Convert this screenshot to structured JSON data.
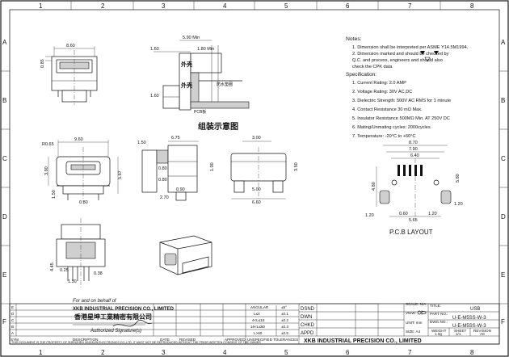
{
  "border": {
    "cols": [
      "1",
      "2",
      "3",
      "4",
      "5",
      "6",
      "7",
      "8"
    ],
    "rows": [
      "A",
      "B",
      "C",
      "D",
      "E",
      "F"
    ]
  },
  "notes": {
    "title": "Notes:",
    "lines": [
      "1. Dimension shall be interpreted per ASME Y14.5M1994.",
      "2. Dimension marked   and   should be checked by",
      "   Q.C. and process, engineers and   should also",
      "   check the CPK data",
      "Specification:",
      "1. Current Rating: 2.0 AMP",
      "2. Voltage Rating: 30V AC,DC",
      "3. Dielectric Strength: 500V AC RMS for 1 minute",
      "4. Contact Resistance 30 mΩ Max.",
      "5. Insulator Resistance 500MΩ Min. AT 250V DC",
      "6. Mating/Unmating cycles: 2000cycles",
      "7. Temperature: -20°C to +60°C"
    ]
  },
  "views": {
    "top_dims": [
      "8.60",
      "0.85"
    ],
    "side_dims": [
      "5.90 Min",
      "1.60",
      "1.80 Min",
      "1.60"
    ],
    "side_labels": [
      "外壳",
      "防水垫圈",
      "外壳",
      "PCB板"
    ],
    "assembly_caption": "组装示意图",
    "front_dims": [
      "9.60",
      "R0.65",
      "3.90",
      "0.80",
      "1.50",
      "5.67"
    ],
    "section_dims": [
      "1.50",
      "6.75",
      "0.80",
      "0.80",
      "0.90",
      "2.70",
      "1.00"
    ],
    "bottom_dims": [
      "3.00",
      "6.60",
      "5.00",
      "3.50"
    ],
    "plan_dims": [
      "0.25",
      "1.30",
      "0.38",
      "4.45"
    ],
    "pcb_dims": [
      "8.70",
      "7.90",
      "6.40",
      "4.80",
      "5.80",
      "1.20",
      "0.60",
      "5.65",
      "1.20",
      "1.20"
    ],
    "pcb_caption": "P.C.B  LAYOUT"
  },
  "stamp": {
    "line1": "For and on behalf of",
    "line2": "XKB INDUSTRIAL PRECISION CO., LIMITED",
    "line3": "香港星坤工業精密有限公司",
    "line4": "Authorized Signature(s)"
  },
  "title_block": {
    "rev_headers": [
      "SYM",
      "DESCRIPTION",
      "DATE",
      "REVISED",
      "APPROVED"
    ],
    "rev_rows": [
      "A",
      "B",
      "C",
      "D",
      "E"
    ],
    "tol_headers": [
      "ANGULAR",
      "±5°"
    ],
    "tol_rows": [
      [
        "L≤4",
        "±0.1"
      ],
      [
        "4<L≤16",
        "±0.2"
      ],
      [
        "16<L≤60",
        "±0.3"
      ],
      [
        "L>60",
        "±0.5"
      ]
    ],
    "tol_footer": "UNSPECIFIED TOLERANCES",
    "sign_labels": [
      "DSND",
      "DWN",
      "CHKD",
      "APPD"
    ],
    "scale": "SCALE:  N/A",
    "view": "VIEW:",
    "unit": "UNIT:  mm",
    "size": "SIZE:  A4",
    "title_label": "TITLE:",
    "title_value": "USB",
    "part_label": "PART NO.:",
    "part_value": "U-E-M5SS-W-3",
    "dwg_label": "DWG.NO.:",
    "dwg_value": "U-E-M5SS-W-3",
    "bottom_headers": [
      "WEIGHT",
      "SHEET",
      "REVISION"
    ],
    "bottom_values": [
      "1.0g",
      "1/1",
      "A0"
    ],
    "company": "XKB INDUSTRIAL PRECISION CO., LIMITED",
    "disclaimer": "THIS DOCUMENT IS THE PROPERTY OF SHENZHEN XINGKUN ELECTRONICS CO.,LTD. IT MUST NOT BE REPRODUCED WITHOUT THE PRIOR WRITTEN CONSENT OF THE OWNER"
  }
}
